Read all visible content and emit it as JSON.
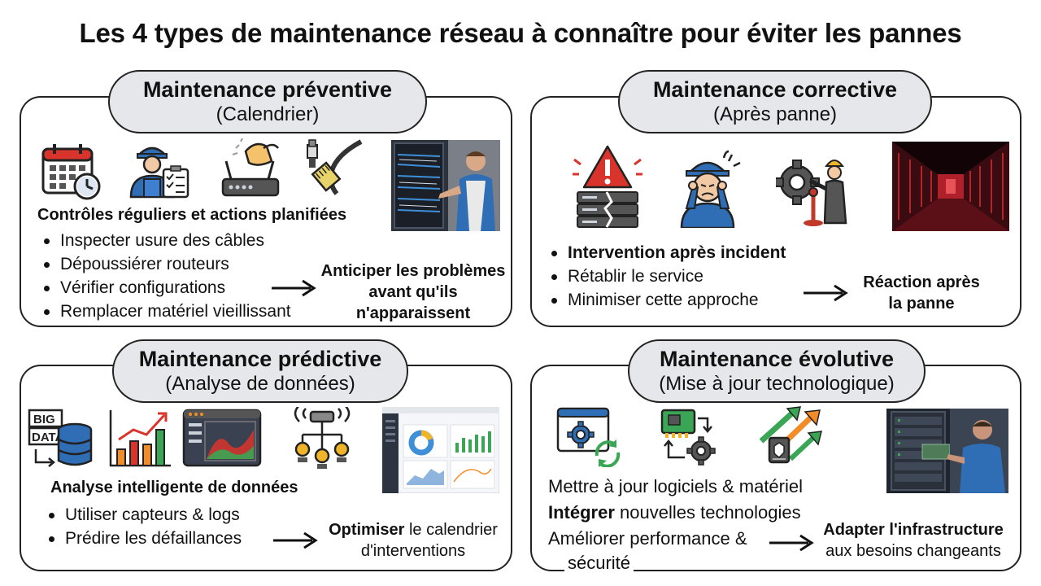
{
  "title": "Les 4 types de maintenance réseau à connaître pour éviter les pannes",
  "panels": {
    "preventive": {
      "heading": "Maintenance préventive",
      "subtitle": "(Calendrier)",
      "subhead": "Contrôles réguliers et actions planifiées",
      "bullets": [
        "Inspecter usure des câbles",
        "Dépoussiérer routeurs",
        "Vérifier configurations",
        "Remplacer matériel vieillissant"
      ],
      "result": [
        "Anticiper les problèmes",
        "avant qu'ils",
        "n'apparaissent"
      ],
      "icons": [
        "calendar-icon",
        "technician-checklist-icon",
        "router-cleaning-icon",
        "network-cable-icon"
      ]
    },
    "corrective": {
      "heading": "Maintenance corrective",
      "subtitle": "(Après panne)",
      "bullets": [
        "Intervention après incident",
        "Rétablir le service",
        "Minimiser cette approche"
      ],
      "result": [
        "Réaction après",
        "la panne"
      ],
      "icons": [
        "server-warning-icon",
        "stressed-technician-icon",
        "repair-gear-icon"
      ]
    },
    "predictive": {
      "heading": "Maintenance prédictive",
      "subtitle": "(Analyse de données)",
      "subhead": "Analyse intelligente de données",
      "bullets": [
        "Utiliser capteurs & logs",
        "Prédire les défaillances"
      ],
      "result_bold": "Optimiser",
      "result_rest": " le calendrier",
      "result_line2": "d'interventions",
      "icon_text": [
        "BIG",
        "DATA"
      ],
      "icons": [
        "big-data-icon",
        "bar-chart-icon",
        "dashboard-icon",
        "sensor-network-icon"
      ]
    },
    "evolutive": {
      "heading": "Maintenance évolutive",
      "subtitle": "(Mise à jour technologique)",
      "line1": "Mettre à jour logiciels & matériel",
      "line2_bold": "Intégrer",
      "line2_rest": " nouvelles technologies",
      "line3": "Améliorer performance &",
      "line4": "sécurité",
      "result": [
        "Adapter l'infrastructure",
        "aux besoins changeants"
      ],
      "icons": [
        "software-update-icon",
        "hardware-upgrade-icon",
        "growth-arrows-icon"
      ]
    }
  },
  "colors": {
    "pill_bg": "#e6e7ea",
    "accent_blue": "#2f6db5",
    "warning_red": "#d9342b",
    "chart_green": "#3aa655",
    "chart_orange": "#f28c28"
  }
}
